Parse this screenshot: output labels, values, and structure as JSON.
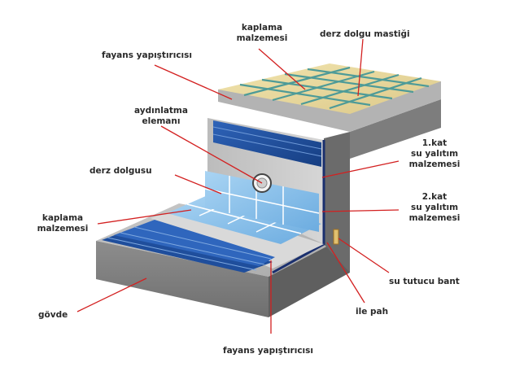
{
  "labels": {
    "kaplama_top": [
      "kaplama",
      "malzemesi"
    ],
    "derz_dolgu_mastigi": "derz dolgu mastiği",
    "fayans_top": "fayans yapıştırıcısı",
    "aydinlatma": [
      "aydınlatma",
      "elemanı"
    ],
    "kat1": [
      "1.kat",
      "su yalıtım",
      "malzemesi"
    ],
    "derz_dolgusu": "derz dolgusu",
    "kat2": [
      "2.kat",
      "su yalıtım",
      "malzemesi"
    ],
    "kaplama_left": [
      "kaplama",
      "malzemesi"
    ],
    "su_tutucu": "su tutucu bant",
    "govde": "gövde",
    "ile_pah": "ile pah",
    "fayans_bottom": "fayans yapıştırıcısı"
  },
  "colors": {
    "leader_line": "#d32020",
    "concrete": "#9b9b9b",
    "tile_yellow": "#e8d9a0",
    "grout_green": "#5aa3a0",
    "membrane_blue": "#1f4e9c",
    "tile_blue": "#8cc3ea"
  }
}
